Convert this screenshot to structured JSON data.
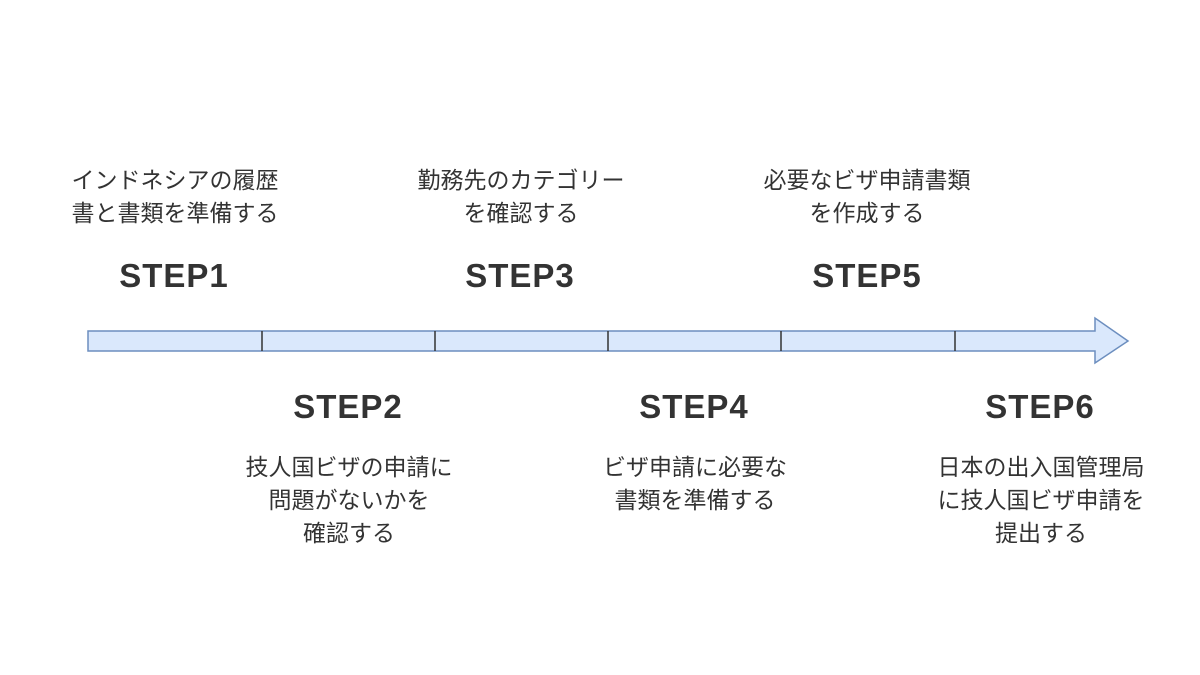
{
  "colors": {
    "arrow_fill": "#dae8fc",
    "arrow_stroke": "#6c8ebf",
    "divider": "#333333",
    "text": "#333333"
  },
  "steps": [
    {
      "label": "STEP1",
      "lines": [
        "インドネシアの履歴",
        "書と書類を準備する"
      ]
    },
    {
      "label": "STEP2",
      "lines": [
        "技人国ビザの申請に",
        "問題がないかを",
        "確認する"
      ]
    },
    {
      "label": "STEP3",
      "lines": [
        "勤務先のカテゴリー",
        "を確認する"
      ]
    },
    {
      "label": "STEP4",
      "lines": [
        "ビザ申請に必要な",
        "書類を準備する"
      ]
    },
    {
      "label": "STEP5",
      "lines": [
        "必要なビザ申請書類",
        "を作成する"
      ]
    },
    {
      "label": "STEP6",
      "lines": [
        "日本の出入国管理局",
        "に技人国ビザ申請を",
        "提出する"
      ]
    }
  ]
}
